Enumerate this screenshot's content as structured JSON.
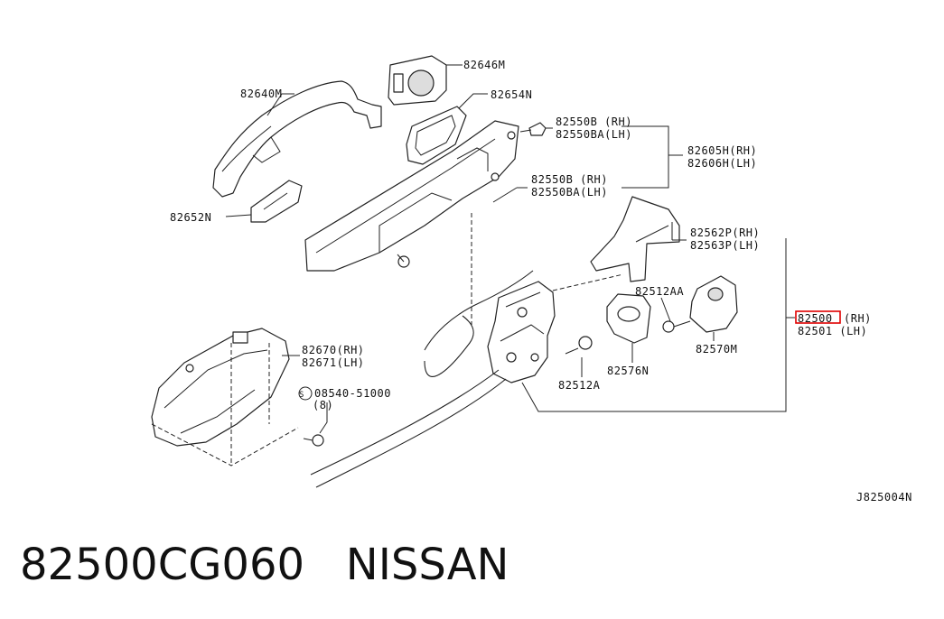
{
  "labels": {
    "p82646M": "82646M",
    "p82640M": "82640M",
    "p82654N": "82654N",
    "p82550B_RH": "82550B  (RH)",
    "p82550BA_LH": "82550BA(LH)",
    "p82605H": "82605H(RH)",
    "p82606H": "82606H(LH)",
    "p82550B_RH_2": "82550B  (RH)",
    "p82550BA_LH_2": "82550BA(LH)",
    "p82652N": "82652N",
    "p82562P": "82562P(RH)",
    "p82563P": "82563P(LH)",
    "p82512AA": "82512AA",
    "p82500_num": "82500",
    "p82500_side": "(RH)",
    "p82501": "82501 (LH)",
    "p82570M": "82570M",
    "p82576N": "82576N",
    "p82512A": "82512A",
    "p82670": "82670(RH)",
    "p82671": "82671(LH)",
    "p08540": "08540-51000",
    "p08540_qty": "(8)",
    "screw_symbol": "S",
    "diagram_id": "J825004N"
  },
  "caption": "82500CG060   NISSAN",
  "colors": {
    "highlight": "#e00000",
    "line": "#222222",
    "background": "#ffffff"
  }
}
